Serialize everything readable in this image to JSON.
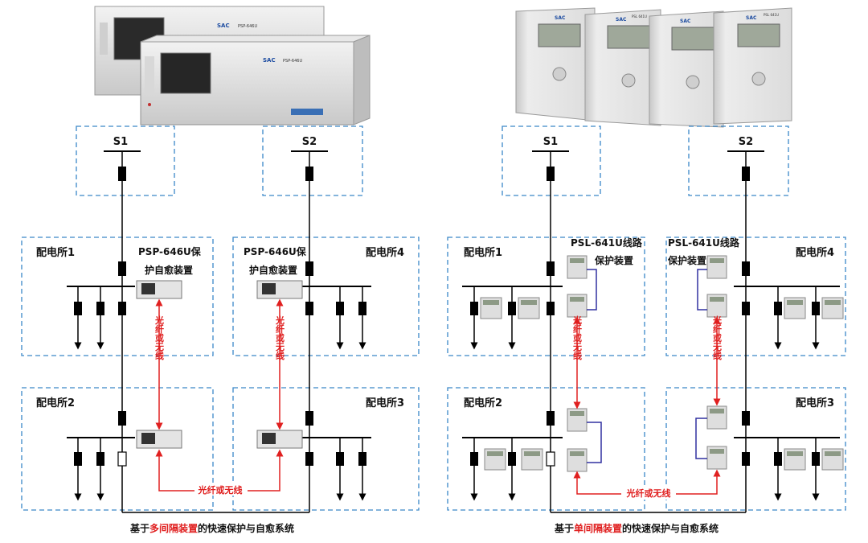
{
  "left": {
    "bus_s1": "S1",
    "bus_s2": "S2",
    "station1": "配电所1",
    "station2": "配电所2",
    "station3": "配电所3",
    "station4": "配电所4",
    "device_label_line1": "PSP-646U保",
    "device_label_line2": "护自愈装置",
    "device_label_right_line1": "PSP-646U保",
    "device_label_right_line2": "护自愈装置",
    "link_vertical": "光纤或无线",
    "link_horizontal": "光纤或无线",
    "device_brand": "SAC",
    "device_model": "PSP-646U",
    "caption_prefix": "基于",
    "caption_highlight": "多间隔装置",
    "caption_suffix": "的快速保护与自愈系统"
  },
  "right": {
    "bus_s1": "S1",
    "bus_s2": "S2",
    "station1": "配电所1",
    "station2": "配电所2",
    "station3": "配电所3",
    "station4": "配电所4",
    "device_label_line1": "PSL-641U线路",
    "device_label_line2": "保护装置",
    "device_label_right_line1": "PSL-641U线路",
    "device_label_right_line2": "保护装置",
    "link_vertical": "光纤或无线",
    "link_horizontal": "光纤或无线",
    "device_brand": "SAC",
    "device_model": "PSL 641U",
    "caption_prefix": "基于",
    "caption_highlight": "单间隔装置",
    "caption_suffix": "的快速保护与自愈系统"
  },
  "colors": {
    "dashed_box": "#3a87c8",
    "link_red": "#e02020",
    "wire_blue": "#3030a0",
    "line_black": "#000000",
    "device_gray": "#dedede"
  }
}
